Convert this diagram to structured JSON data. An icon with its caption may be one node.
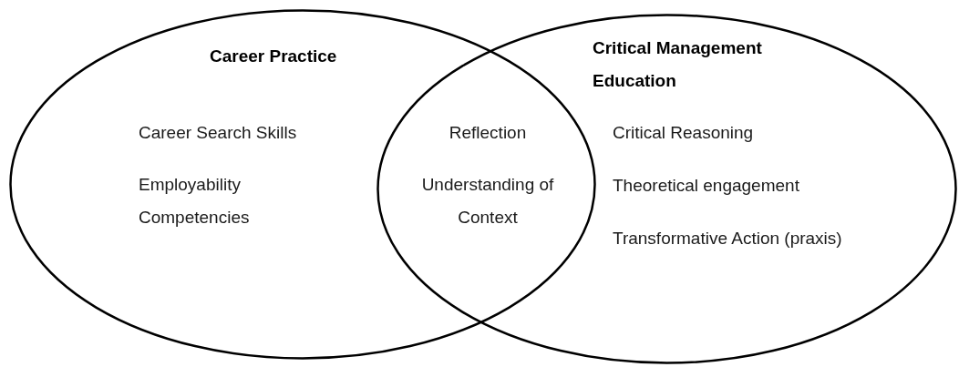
{
  "diagram": {
    "nodes": [
      {
        "text": [
          "Career Practice",
          "Career Search Skills",
          "Employability Competencies"
        ]
      },
      {
        "text": [
          "Critical Management Education",
          "Critical Reasoning",
          "Theoretical engagement",
          "Transformative Action (praxis)"
        ]
      }
    ],
    "labels": [
      "Reflection",
      "Understanding of Context"
    ]
  }
}
